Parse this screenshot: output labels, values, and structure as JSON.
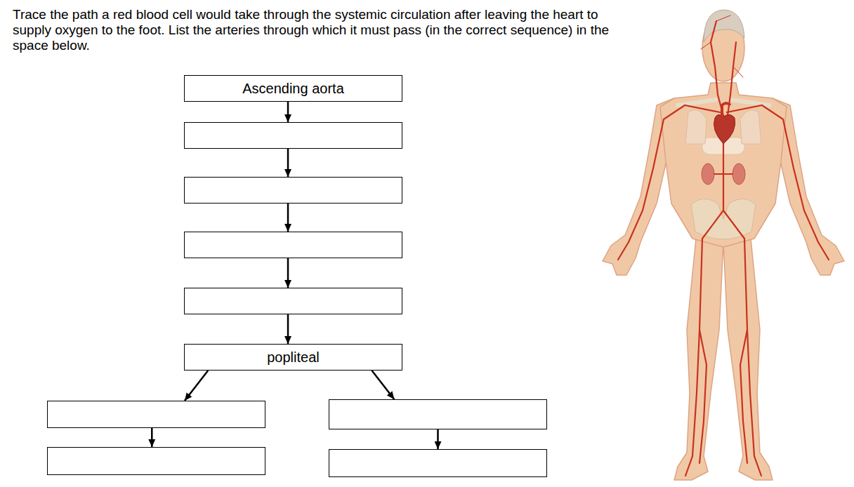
{
  "diagram": {
    "title": "Trace the path a red blood cell would take through the systemic circulation after leaving the heart to supply oxygen to the foot. List the arteries through which it must pass (in the correct sequence) in the space below.",
    "nodes": [
      {
        "text": [
          "Ascending aorta"
        ]
      },
      {
        "text": []
      },
      {
        "text": []
      },
      {
        "text": []
      },
      {
        "text": []
      },
      {
        "text": [
          "popliteal"
        ]
      },
      {
        "text": []
      },
      {
        "text": []
      },
      {
        "text": []
      },
      {
        "text": []
      }
    ],
    "edges": [
      {
        "from": 0,
        "to": 1,
        "arrow": "to"
      },
      {
        "from": 1,
        "to": 2,
        "arrow": "to"
      },
      {
        "from": 2,
        "to": 3,
        "arrow": "to"
      },
      {
        "from": 3,
        "to": 4,
        "arrow": "to"
      },
      {
        "from": 4,
        "to": 5,
        "arrow": "to"
      },
      {
        "from": 5,
        "to": 6,
        "arrow": "to"
      },
      {
        "from": 6,
        "to": 7,
        "arrow": "to"
      },
      {
        "from": 5,
        "to": 8,
        "arrow": "to"
      },
      {
        "from": 8,
        "to": 9,
        "arrow": "to"
      }
    ]
  }
}
